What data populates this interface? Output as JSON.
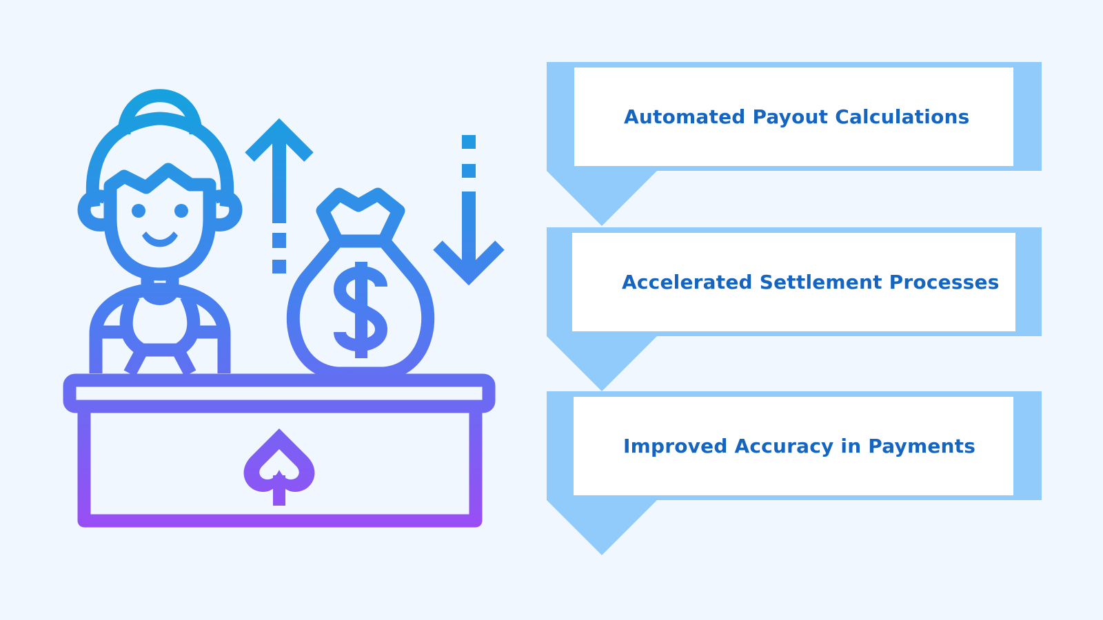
{
  "steps": [
    {
      "label": "Automated Payout Calculations"
    },
    {
      "label": "Accelerated Settlement Processes"
    },
    {
      "label": "Improved Accuracy in Payments"
    }
  ],
  "colors": {
    "background": "#f0f7ff",
    "ribbon": "#90cbfb",
    "card": "#ffffff",
    "label": "#1565c0",
    "icon_gradient_top": "#15a2de",
    "icon_gradient_mid": "#4a7ef0",
    "icon_gradient_bottom": "#9b4df5"
  },
  "icons": [
    "cashier-woman-icon",
    "arrow-up-icon",
    "money-bag-icon",
    "dollar-sign-icon",
    "arrow-down-icon",
    "desk-icon",
    "spade-icon"
  ]
}
